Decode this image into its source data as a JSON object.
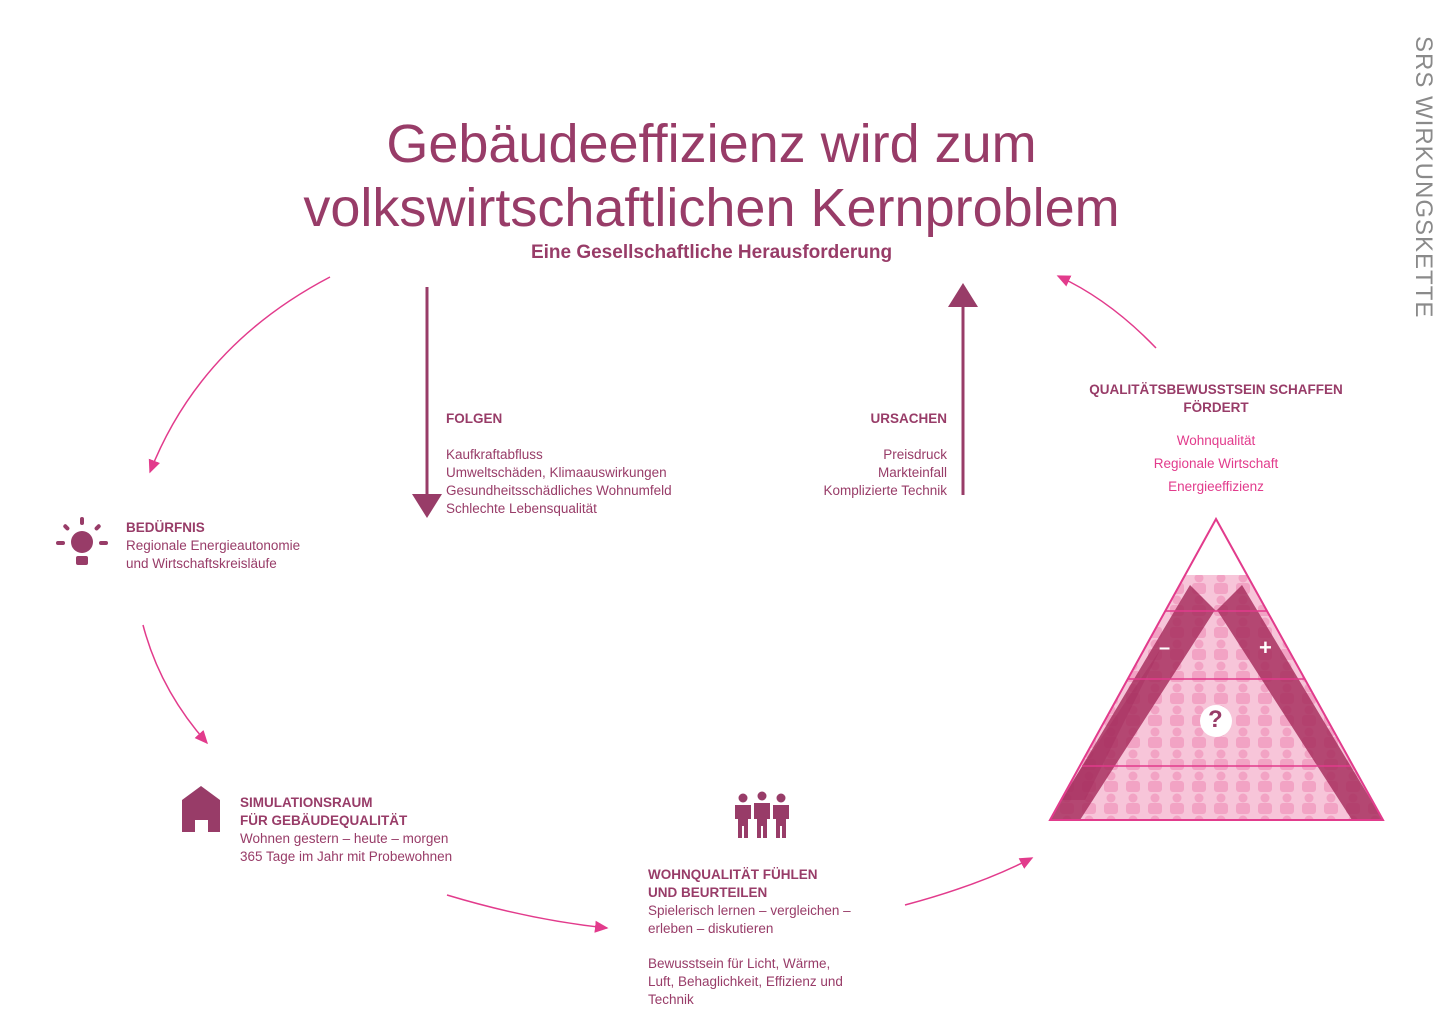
{
  "title_line1": "Gebäudeeffizienz wird zum",
  "title_line2": "volkswirtschaftlichen Kernproblem",
  "subtitle": "Eine Gesellschaftliche Herausforderung",
  "side_label": "SRS WIRKUNGSKETTE",
  "folgen": {
    "heading": "FOLGEN",
    "items": [
      "Kaufkraftabfluss",
      "Umweltschäden, Klimaauswirkungen",
      "Gesundheitsschädliches Wohnumfeld",
      "Schlechte Lebensqualität"
    ]
  },
  "ursachen": {
    "heading": "URSACHEN",
    "items": [
      "Preisdruck",
      "Markteinfall",
      "Komplizierte Technik"
    ]
  },
  "beduerfnis": {
    "heading": "BEDÜRFNIS",
    "lines": [
      "Regionale Energieautonomie",
      "und Wirtschaftskreisläufe"
    ]
  },
  "simulation": {
    "heading_lines": [
      "SIMULATIONSRAUM",
      "FÜR GEBÄUDEQUALITÄT"
    ],
    "lines": [
      "Wohnen gestern – heute – morgen",
      "365 Tage im Jahr mit Probewohnen"
    ]
  },
  "wohnqualitaet": {
    "heading_lines": [
      "WOHNQUALITÄT FÜHLEN",
      "UND BEURTEILEN"
    ],
    "lines": [
      "Spielerisch lernen – vergleichen –",
      "erleben – diskutieren"
    ],
    "lines2": [
      "Bewusstsein für Licht, Wärme,",
      "Luft, Behaglichkeit, Effizienz und",
      "Technik"
    ]
  },
  "qualitaet": {
    "heading_lines": [
      "QUALITÄTSBEWUSSTSEIN SCHAFFEN",
      "FÖRDERT"
    ],
    "items": [
      "Wohnqualität",
      "Regionale Wirtschaft",
      "Energieeffizienz"
    ]
  },
  "pyramid": {
    "minus": "–",
    "plus": "+",
    "question": "?"
  },
  "colors": {
    "primary": "#983c68",
    "accent": "#e23b8c",
    "light": "#f2a3c4"
  }
}
